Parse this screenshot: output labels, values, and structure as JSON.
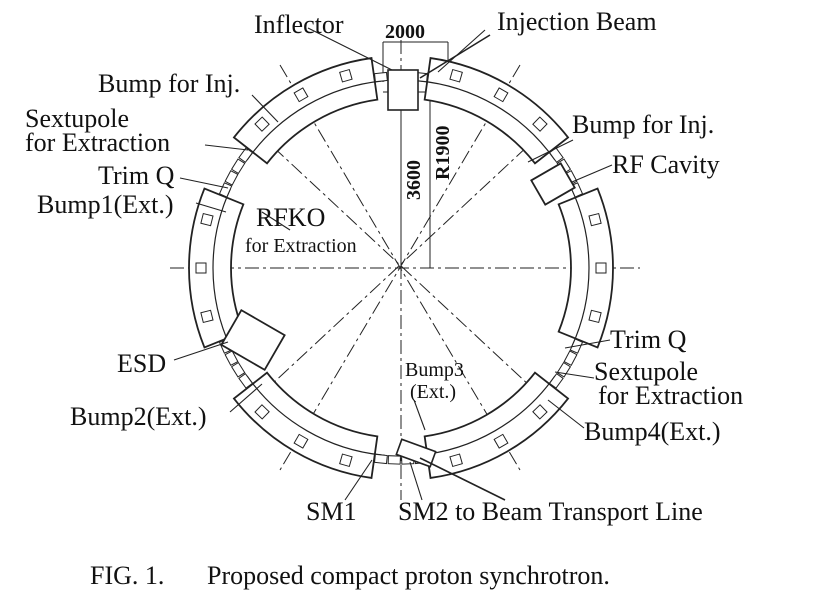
{
  "labels": {
    "inflector": "Inflector",
    "dim_2000": "2000",
    "injection_beam": "Injection Beam",
    "bump_inj_left": "Bump for Inj.",
    "sextupole_left_1": "Sextupole",
    "sextupole_left_2": "for Extraction",
    "trimq_left": "Trim Q",
    "bump1_ext": "Bump1(Ext.)",
    "rfko_1": "RFKO",
    "rfko_2": "for Extraction",
    "bump_inj_right": "Bump for Inj.",
    "rf_cavity": "RF Cavity",
    "dim_3600": "3600",
    "dim_r1900": "R1900",
    "esd": "ESD",
    "bump2_ext": "Bump2(Ext.)",
    "bump3_1": "Bump3",
    "bump3_2": "(Ext.)",
    "trimq_right": "Trim Q",
    "sextupole_right_1": "Sextupole",
    "sextupole_right_2": "for Extraction",
    "bump4_ext": "Bump4(Ext.)",
    "sm1": "SM1",
    "sm2": "SM2 to Beam Transport Line"
  },
  "caption": {
    "fig": "FIG. 1.",
    "text": "Proposed compact proton synchrotron."
  }
}
